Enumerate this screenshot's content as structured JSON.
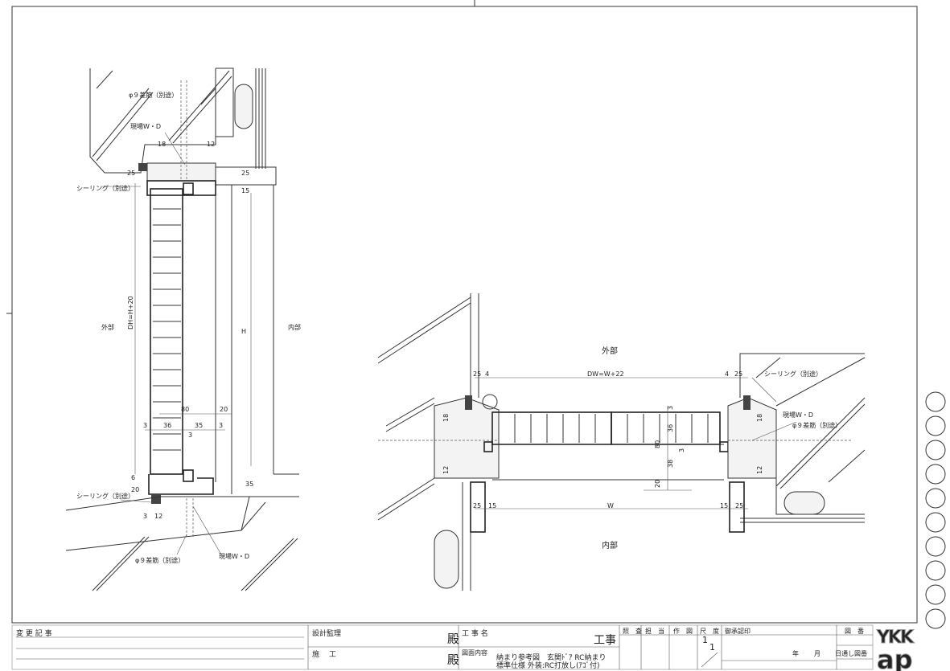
{
  "drawing": {
    "left_section": {
      "rebar_top": "φ９差筋（別途）",
      "site_wd_top": "現場W・D",
      "sealing_top": "シーリング（別途）",
      "dim_18": "18",
      "dim_12": "12",
      "dim_25": "25",
      "dim_15": "15",
      "dim_dh": "DH=H+20",
      "dim_h": "H",
      "exterior": "外部",
      "interior": "内部",
      "dim_80": "80",
      "dim_20": "20",
      "dim_3a": "3",
      "dim_36": "36",
      "dim_35": "35",
      "dim_3b": "3",
      "dim_3c": "3",
      "dim_6": "6",
      "dim_20b": "20",
      "dim_35b": "35",
      "sealing_bottom": "シーリング（別途）",
      "dim_3d": "3",
      "dim_12b": "12",
      "rebar_bottom": "φ９差筋（別途）",
      "site_wd_bottom": "現場W・D"
    },
    "plan_section": {
      "exterior": "外部",
      "interior": "内部",
      "dim_25l": "25",
      "dim_4l": "4",
      "dim_dw": "DW=W+22",
      "dim_4r": "4",
      "dim_25r": "25",
      "sealing": "シーリング（別途）",
      "site_wd": "現場W・D",
      "rebar": "φ９差筋（別途）",
      "dim_18l": "18",
      "dim_12l": "12",
      "dim_18r": "18",
      "dim_12r": "12",
      "dim_3": "3",
      "dim_36": "36",
      "dim_80": "80",
      "dim_3b": "3",
      "dim_38": "38",
      "dim_20": "20",
      "dim_25bl": "25",
      "dim_15l": "15",
      "dim_w": "W",
      "dim_15r": "15",
      "dim_25br": "25"
    }
  },
  "title_block": {
    "change_record": "変 更 記 事",
    "design_supervision": "設計監理",
    "construction": "施　 工",
    "honorific_1": "殿",
    "honorific_2": "殿",
    "project_name_label": "工 事 名",
    "project_suffix": "工事",
    "drawing_content_label": "図面内容",
    "content_line1": "納まり参考図　玄関ﾄﾞｱ RC納まり",
    "content_line2": "標準仕様 外装:RC打放し(ｱｺﾞ付)",
    "check": "照　査",
    "charge": "担　当",
    "drafting": "作　図",
    "scale_label": "尺　度",
    "scale_num": "1",
    "scale_den": "1",
    "approval_seal": "御承認印",
    "year": "年",
    "month": "月",
    "day": "日",
    "drawing_no_label": "図　番",
    "serial_no_label": "通し図番",
    "logo": "YKK ap"
  }
}
